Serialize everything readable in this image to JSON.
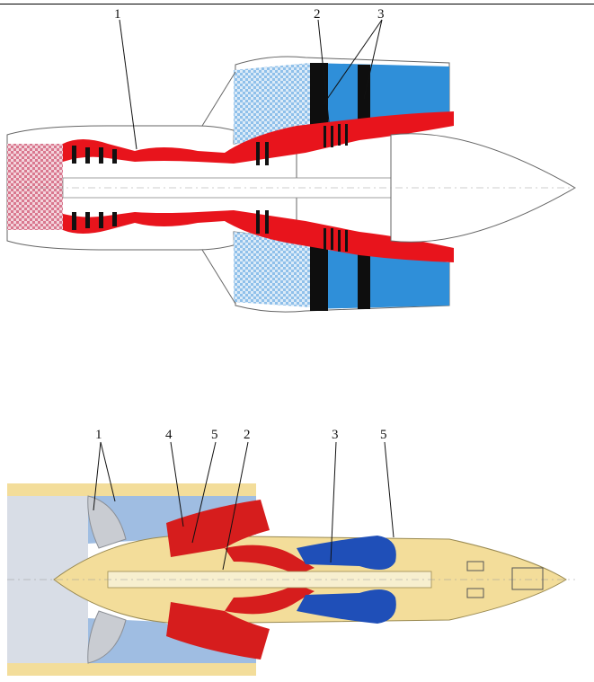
{
  "figures": [
    {
      "callouts": [
        "1",
        "2",
        "3"
      ],
      "colors": {
        "hot": "#e8141c",
        "fan": "#2f8fd9",
        "inlet": "#e0a3b4",
        "dark": "#0e0e0e",
        "outline": "#555555"
      }
    },
    {
      "callouts": [
        "1",
        "4",
        "5",
        "2",
        "3",
        "5"
      ],
      "colors": {
        "hot": "#d61d1d",
        "cold": "#1f4fb8",
        "bypass": "#9fbde2",
        "body": "#f3dd9a",
        "inlet": "#d8dde6"
      }
    }
  ]
}
